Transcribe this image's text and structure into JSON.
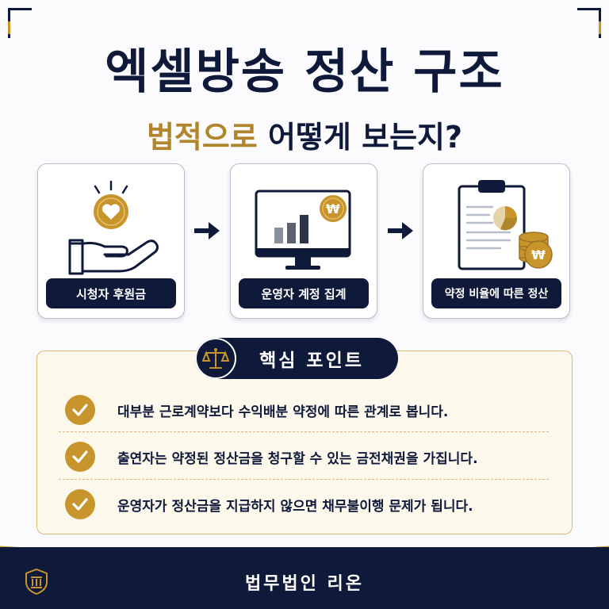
{
  "title": "엑셀방송 정산 구조",
  "subtitle": {
    "highlight": "법적으로",
    "rest": " 어떻게 보는지?"
  },
  "flow": [
    {
      "label": "시청자 후원금",
      "icon": "hand-heart-coin-icon"
    },
    {
      "label": "운영자 계정 집계",
      "icon": "monitor-chart-won-icon"
    },
    {
      "label": "약정 비율에 따른 정산",
      "icon": "clipboard-pie-coins-icon"
    }
  ],
  "won_symbol": "₩",
  "key_points": {
    "title": "핵심 포인트",
    "items": [
      "대부분 근로계약보다 수익배분 약정에 따른 관계로 봅니다.",
      "출연자는 약정된 정산금을 청구할 수 있는 금전채권을 가집니다.",
      "운영자가 정산금을 지급하지 않으면 채무불이행 문제가 됩니다."
    ]
  },
  "footer": {
    "firm_name": "법무법인 리온"
  },
  "colors": {
    "navy": "#0f1a3a",
    "gold": "#c8952d",
    "cream": "#fdf8ec"
  }
}
